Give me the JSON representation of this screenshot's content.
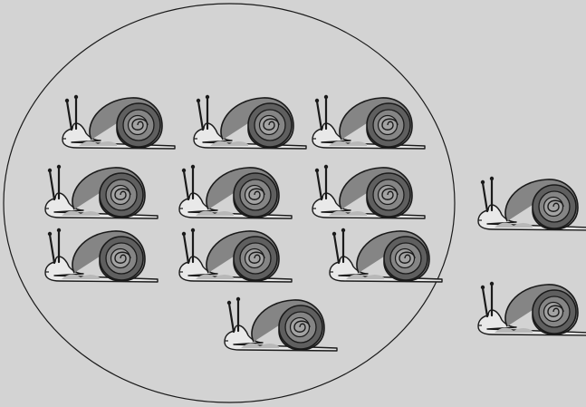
{
  "scene": {
    "background_color": "#d3d3d3",
    "outline_color": "#1a1a1a",
    "shell_color": "#858585",
    "shell_light_color": "#a3a3a3",
    "shell_dark_color": "#5f5f5f",
    "body_color": "#e9e9e9",
    "body_shade_color": "#b8b8b8",
    "snail_icon": "snail-icon",
    "snails_inside_circle": 10,
    "snails_outside_circle": 2,
    "snails_total": 12
  }
}
